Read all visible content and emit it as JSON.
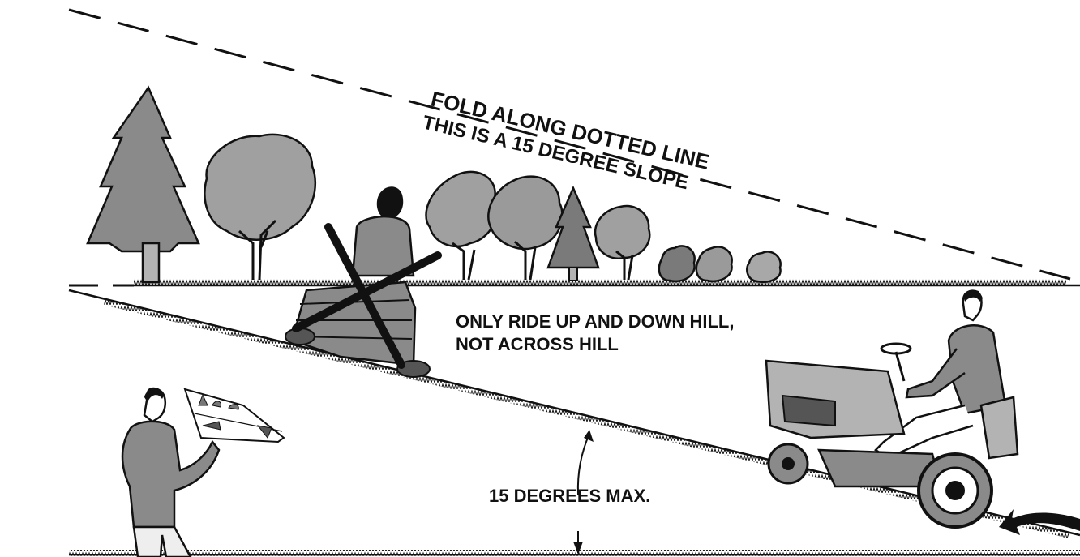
{
  "fold_text": {
    "line1": "FOLD ALONG DOTTED LINE",
    "line2": "THIS IS A 15 DEGREE SLOPE"
  },
  "instruction": {
    "line1": "ONLY RIDE UP AND DOWN HILL,",
    "line2": "NOT ACROSS HILL"
  },
  "angle_label": "15 DEGREES MAX.",
  "colors": {
    "ink": "#111111",
    "tree_fill": "#8a8a8a",
    "shade_fill": "#b3b3b3",
    "background": "#ffffff"
  },
  "icons": [
    "conifer-tree-icon",
    "deciduous-tree-icon",
    "shrub-icon",
    "riding-mower-icon",
    "person-icon",
    "cross-mark-icon",
    "arrow-icon"
  ]
}
